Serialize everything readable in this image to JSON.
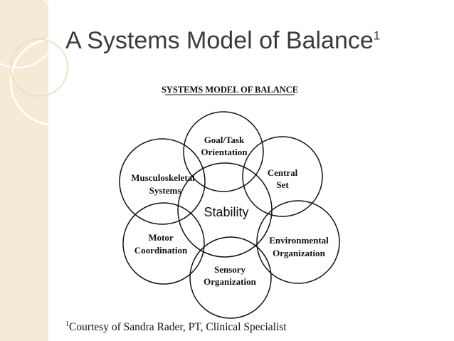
{
  "slide": {
    "title": "A Systems Model of Balance",
    "title_superscript": "1"
  },
  "diagram": {
    "heading": "SYSTEMS MODEL OF BALANCE",
    "center_label": "Stability",
    "nodes": [
      {
        "id": "goal",
        "lines": [
          "Goal/Task",
          "Orientation"
        ]
      },
      {
        "id": "central",
        "lines": [
          "Central",
          "Set"
        ]
      },
      {
        "id": "environmental",
        "lines": [
          "Environmental",
          "Organization"
        ]
      },
      {
        "id": "sensory",
        "lines": [
          "Sensory",
          "Organization"
        ]
      },
      {
        "id": "motor",
        "lines": [
          "Motor",
          "Coordination"
        ]
      },
      {
        "id": "musculoskeletal",
        "lines": [
          "Musculoskeletal",
          "Systems"
        ]
      }
    ]
  },
  "footnote": {
    "marker": "1",
    "text": "Courtesy of Sandra Rader, PT, Clinical Specialist"
  },
  "colors": {
    "strip": "#f4ead6",
    "title": "#3b3b3b",
    "line": "#111111",
    "decor_stroke": "#ffffff"
  }
}
